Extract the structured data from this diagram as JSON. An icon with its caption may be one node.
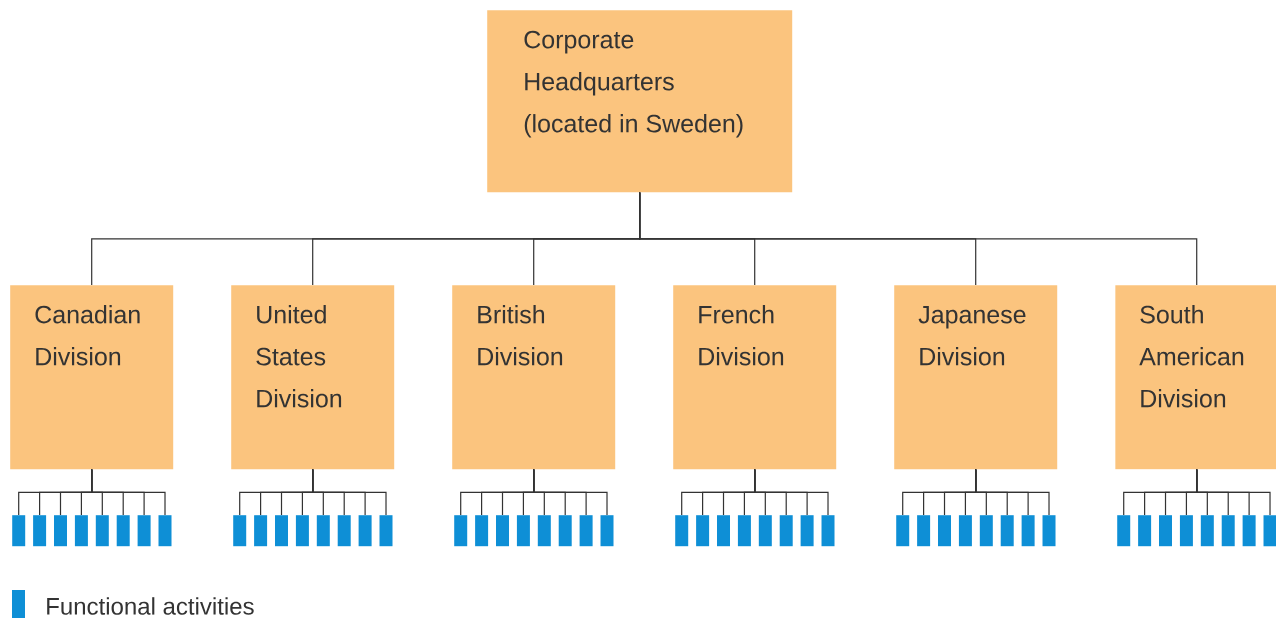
{
  "diagram": {
    "nodes": [
      {
        "text": [
          "Corporate Headquarters (located in Sweden)"
        ]
      },
      {
        "text": [
          "Canadian Division"
        ]
      },
      {
        "text": [
          "United States Division"
        ]
      },
      {
        "text": [
          "British Division"
        ]
      },
      {
        "text": [
          "French Division"
        ]
      },
      {
        "text": [
          "Japanese Division"
        ]
      },
      {
        "text": [
          "South American Division"
        ]
      },
      {
        "text": [],
        "shape": "bar"
      },
      {
        "text": [],
        "shape": "bar"
      },
      {
        "text": [],
        "shape": "bar"
      },
      {
        "text": [],
        "shape": "bar"
      },
      {
        "text": [],
        "shape": "bar"
      },
      {
        "text": [],
        "shape": "bar"
      },
      {
        "text": [],
        "shape": "bar"
      },
      {
        "text": [],
        "shape": "bar"
      },
      {
        "text": [],
        "shape": "bar"
      },
      {
        "text": [],
        "shape": "bar"
      },
      {
        "text": [],
        "shape": "bar"
      },
      {
        "text": [],
        "shape": "bar"
      },
      {
        "text": [],
        "shape": "bar"
      },
      {
        "text": [],
        "shape": "bar"
      },
      {
        "text": [],
        "shape": "bar"
      },
      {
        "text": [],
        "shape": "bar"
      },
      {
        "text": [],
        "shape": "bar"
      },
      {
        "text": [],
        "shape": "bar"
      },
      {
        "text": [],
        "shape": "bar"
      },
      {
        "text": [],
        "shape": "bar"
      },
      {
        "text": [],
        "shape": "bar"
      },
      {
        "text": [],
        "shape": "bar"
      },
      {
        "text": [],
        "shape": "bar"
      },
      {
        "text": [],
        "shape": "bar"
      },
      {
        "text": [],
        "shape": "bar"
      },
      {
        "text": [],
        "shape": "bar"
      },
      {
        "text": [],
        "shape": "bar"
      },
      {
        "text": [],
        "shape": "bar"
      },
      {
        "text": [],
        "shape": "bar"
      },
      {
        "text": [],
        "shape": "bar"
      },
      {
        "text": [],
        "shape": "bar"
      },
      {
        "text": [],
        "shape": "bar"
      },
      {
        "text": [],
        "shape": "bar"
      },
      {
        "text": [],
        "shape": "bar"
      },
      {
        "text": [],
        "shape": "bar"
      },
      {
        "text": [],
        "shape": "bar"
      },
      {
        "text": [],
        "shape": "bar"
      },
      {
        "text": [],
        "shape": "bar"
      },
      {
        "text": [],
        "shape": "bar"
      },
      {
        "text": [],
        "shape": "bar"
      },
      {
        "text": [],
        "shape": "bar"
      },
      {
        "text": [],
        "shape": "bar"
      },
      {
        "text": [],
        "shape": "bar"
      },
      {
        "text": [],
        "shape": "bar"
      },
      {
        "text": [],
        "shape": "bar"
      },
      {
        "text": [],
        "shape": "bar"
      },
      {
        "text": [],
        "shape": "bar"
      },
      {
        "text": [],
        "shape": "bar"
      }
    ],
    "edges": [
      {
        "from": 0,
        "to": 1,
        "arrow": "none"
      },
      {
        "from": 0,
        "to": 2,
        "arrow": "none"
      },
      {
        "from": 0,
        "to": 3,
        "arrow": "none"
      },
      {
        "from": 0,
        "to": 4,
        "arrow": "none"
      },
      {
        "from": 0,
        "to": 5,
        "arrow": "none"
      },
      {
        "from": 0,
        "to": 6,
        "arrow": "none"
      },
      {
        "from": 1,
        "to": 7,
        "arrow": "none"
      },
      {
        "from": 1,
        "to": 8,
        "arrow": "none"
      },
      {
        "from": 1,
        "to": 9,
        "arrow": "none"
      },
      {
        "from": 1,
        "to": 10,
        "arrow": "none"
      },
      {
        "from": 1,
        "to": 11,
        "arrow": "none"
      },
      {
        "from": 1,
        "to": 12,
        "arrow": "none"
      },
      {
        "from": 1,
        "to": 13,
        "arrow": "none"
      },
      {
        "from": 1,
        "to": 14,
        "arrow": "none"
      },
      {
        "from": 2,
        "to": 15,
        "arrow": "none"
      },
      {
        "from": 2,
        "to": 16,
        "arrow": "none"
      },
      {
        "from": 2,
        "to": 17,
        "arrow": "none"
      },
      {
        "from": 2,
        "to": 18,
        "arrow": "none"
      },
      {
        "from": 2,
        "to": 19,
        "arrow": "none"
      },
      {
        "from": 2,
        "to": 20,
        "arrow": "none"
      },
      {
        "from": 2,
        "to": 21,
        "arrow": "none"
      },
      {
        "from": 2,
        "to": 22,
        "arrow": "none"
      },
      {
        "from": 3,
        "to": 23,
        "arrow": "none"
      },
      {
        "from": 3,
        "to": 24,
        "arrow": "none"
      },
      {
        "from": 3,
        "to": 25,
        "arrow": "none"
      },
      {
        "from": 3,
        "to": 26,
        "arrow": "none"
      },
      {
        "from": 3,
        "to": 27,
        "arrow": "none"
      },
      {
        "from": 3,
        "to": 28,
        "arrow": "none"
      },
      {
        "from": 3,
        "to": 29,
        "arrow": "none"
      },
      {
        "from": 3,
        "to": 30,
        "arrow": "none"
      },
      {
        "from": 4,
        "to": 31,
        "arrow": "none"
      },
      {
        "from": 4,
        "to": 32,
        "arrow": "none"
      },
      {
        "from": 4,
        "to": 33,
        "arrow": "none"
      },
      {
        "from": 4,
        "to": 34,
        "arrow": "none"
      },
      {
        "from": 4,
        "to": 35,
        "arrow": "none"
      },
      {
        "from": 4,
        "to": 36,
        "arrow": "none"
      },
      {
        "from": 4,
        "to": 37,
        "arrow": "none"
      },
      {
        "from": 4,
        "to": 38,
        "arrow": "none"
      },
      {
        "from": 5,
        "to": 39,
        "arrow": "none"
      },
      {
        "from": 5,
        "to": 40,
        "arrow": "none"
      },
      {
        "from": 5,
        "to": 41,
        "arrow": "none"
      },
      {
        "from": 5,
        "to": 42,
        "arrow": "none"
      },
      {
        "from": 5,
        "to": 43,
        "arrow": "none"
      },
      {
        "from": 5,
        "to": 44,
        "arrow": "none"
      },
      {
        "from": 5,
        "to": 45,
        "arrow": "none"
      },
      {
        "from": 5,
        "to": 46,
        "arrow": "none"
      },
      {
        "from": 6,
        "to": 47,
        "arrow": "none"
      },
      {
        "from": 6,
        "to": 48,
        "arrow": "none"
      },
      {
        "from": 6,
        "to": 49,
        "arrow": "none"
      },
      {
        "from": 6,
        "to": 50,
        "arrow": "none"
      },
      {
        "from": 6,
        "to": 51,
        "arrow": "none"
      },
      {
        "from": 6,
        "to": 52,
        "arrow": "none"
      },
      {
        "from": 6,
        "to": 53,
        "arrow": "none"
      },
      {
        "from": 6,
        "to": 54,
        "arrow": "none"
      }
    ],
    "legend": [
      {
        "text": "Functional activities",
        "color": "#0e8fd6"
      }
    ]
  }
}
